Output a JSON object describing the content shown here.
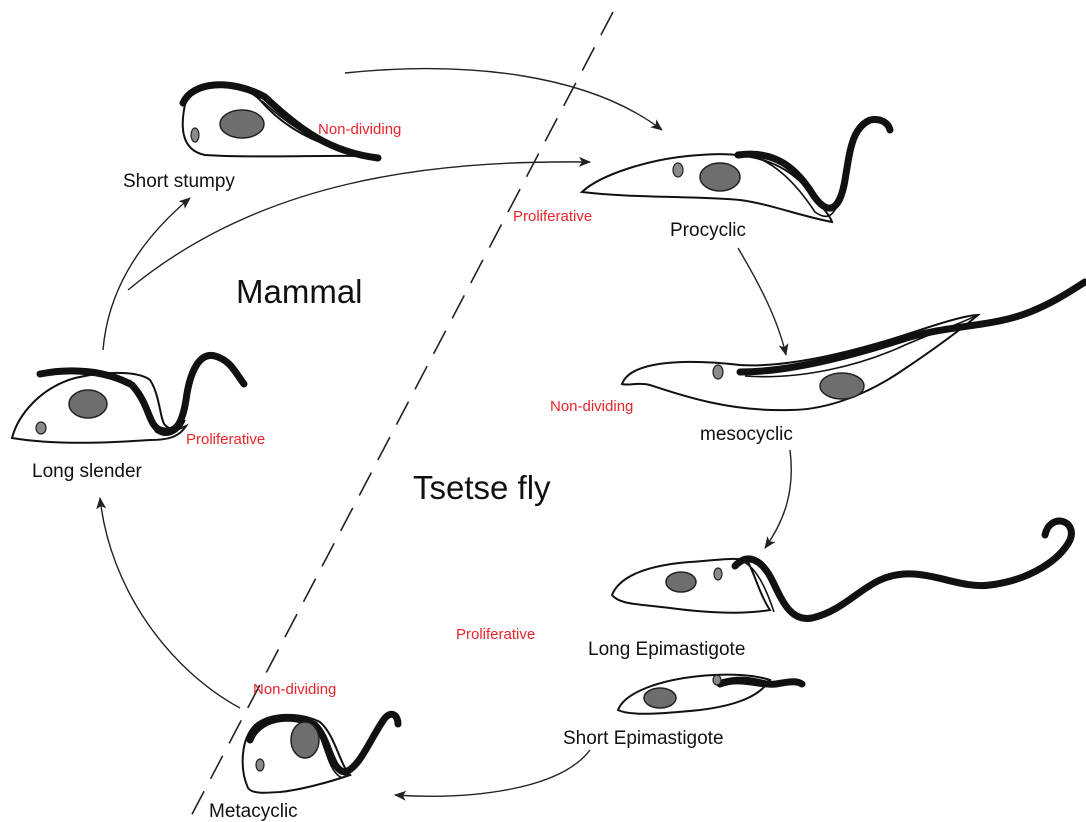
{
  "colors": {
    "state_text": "#e8242b",
    "label_text": "#111111"
  },
  "hosts": {
    "mammal": "Mammal",
    "tsetse": "Tsetse fly"
  },
  "stages": {
    "short_stumpy": {
      "name": "Short stumpy",
      "state": "Non-dividing"
    },
    "procyclic": {
      "name": "Procyclic",
      "state": "Proliferative"
    },
    "mesocyclic": {
      "name": "mesocyclic",
      "state": "Non-dividing"
    },
    "long_slender": {
      "name": "Long slender",
      "state": "Proliferative"
    },
    "long_epimastigote": {
      "name": "Long Epimastigote",
      "state": "Proliferative"
    },
    "short_epimastigote": {
      "name": "Short Epimastigote"
    },
    "metacyclic": {
      "name": "Metacyclic",
      "state": "Non-dividing"
    }
  }
}
